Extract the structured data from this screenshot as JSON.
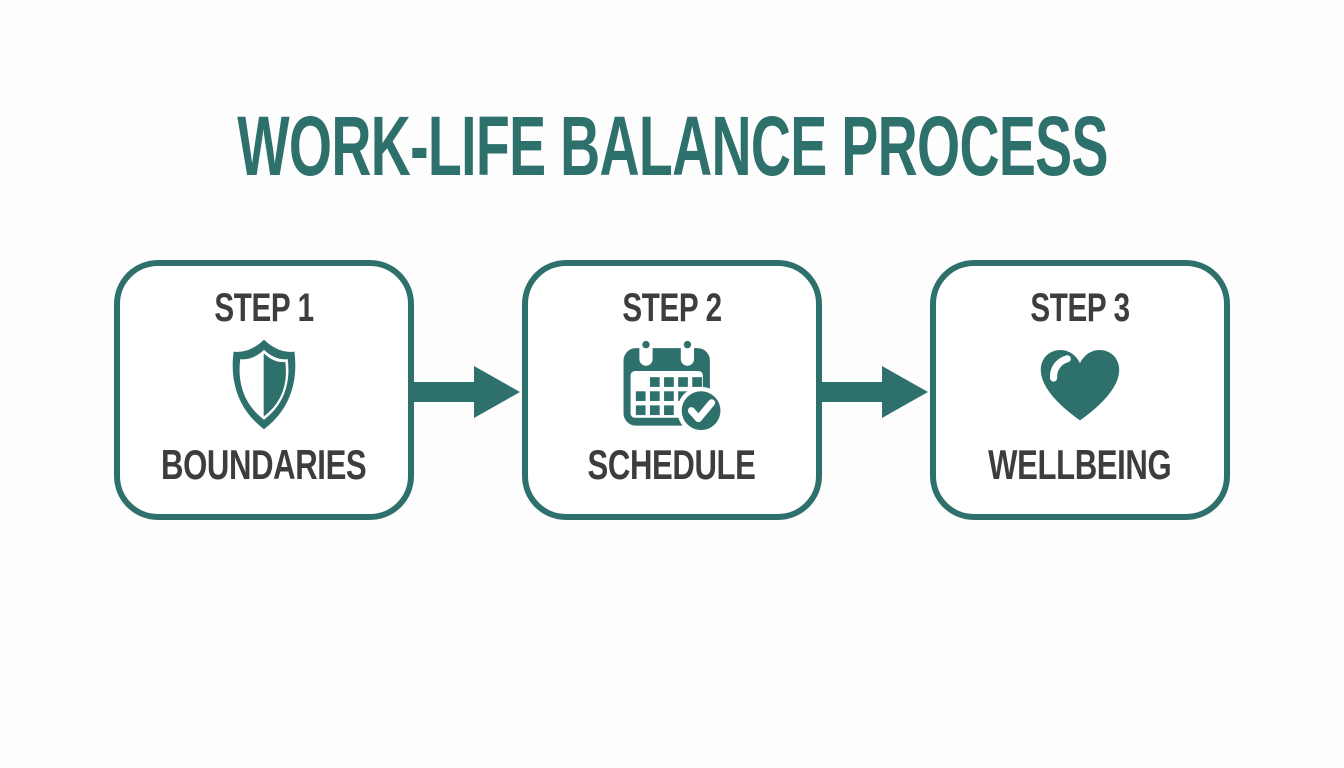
{
  "colors": {
    "accent": "#2E706C",
    "text-dark": "#3D3D3D",
    "bg": "#FDFDFD"
  },
  "title": "WORK-LIFE BALANCE PROCESS",
  "steps": [
    {
      "label": "STEP 1",
      "name": "BOUNDARIES",
      "icon": "shield-icon"
    },
    {
      "label": "STEP 2",
      "name": "SCHEDULE",
      "icon": "calendar-check-icon"
    },
    {
      "label": "STEP 3",
      "name": "WELLBEING",
      "icon": "heart-icon"
    }
  ],
  "connectors": [
    {
      "icon": "arrow-right-icon"
    },
    {
      "icon": "arrow-right-icon"
    }
  ]
}
